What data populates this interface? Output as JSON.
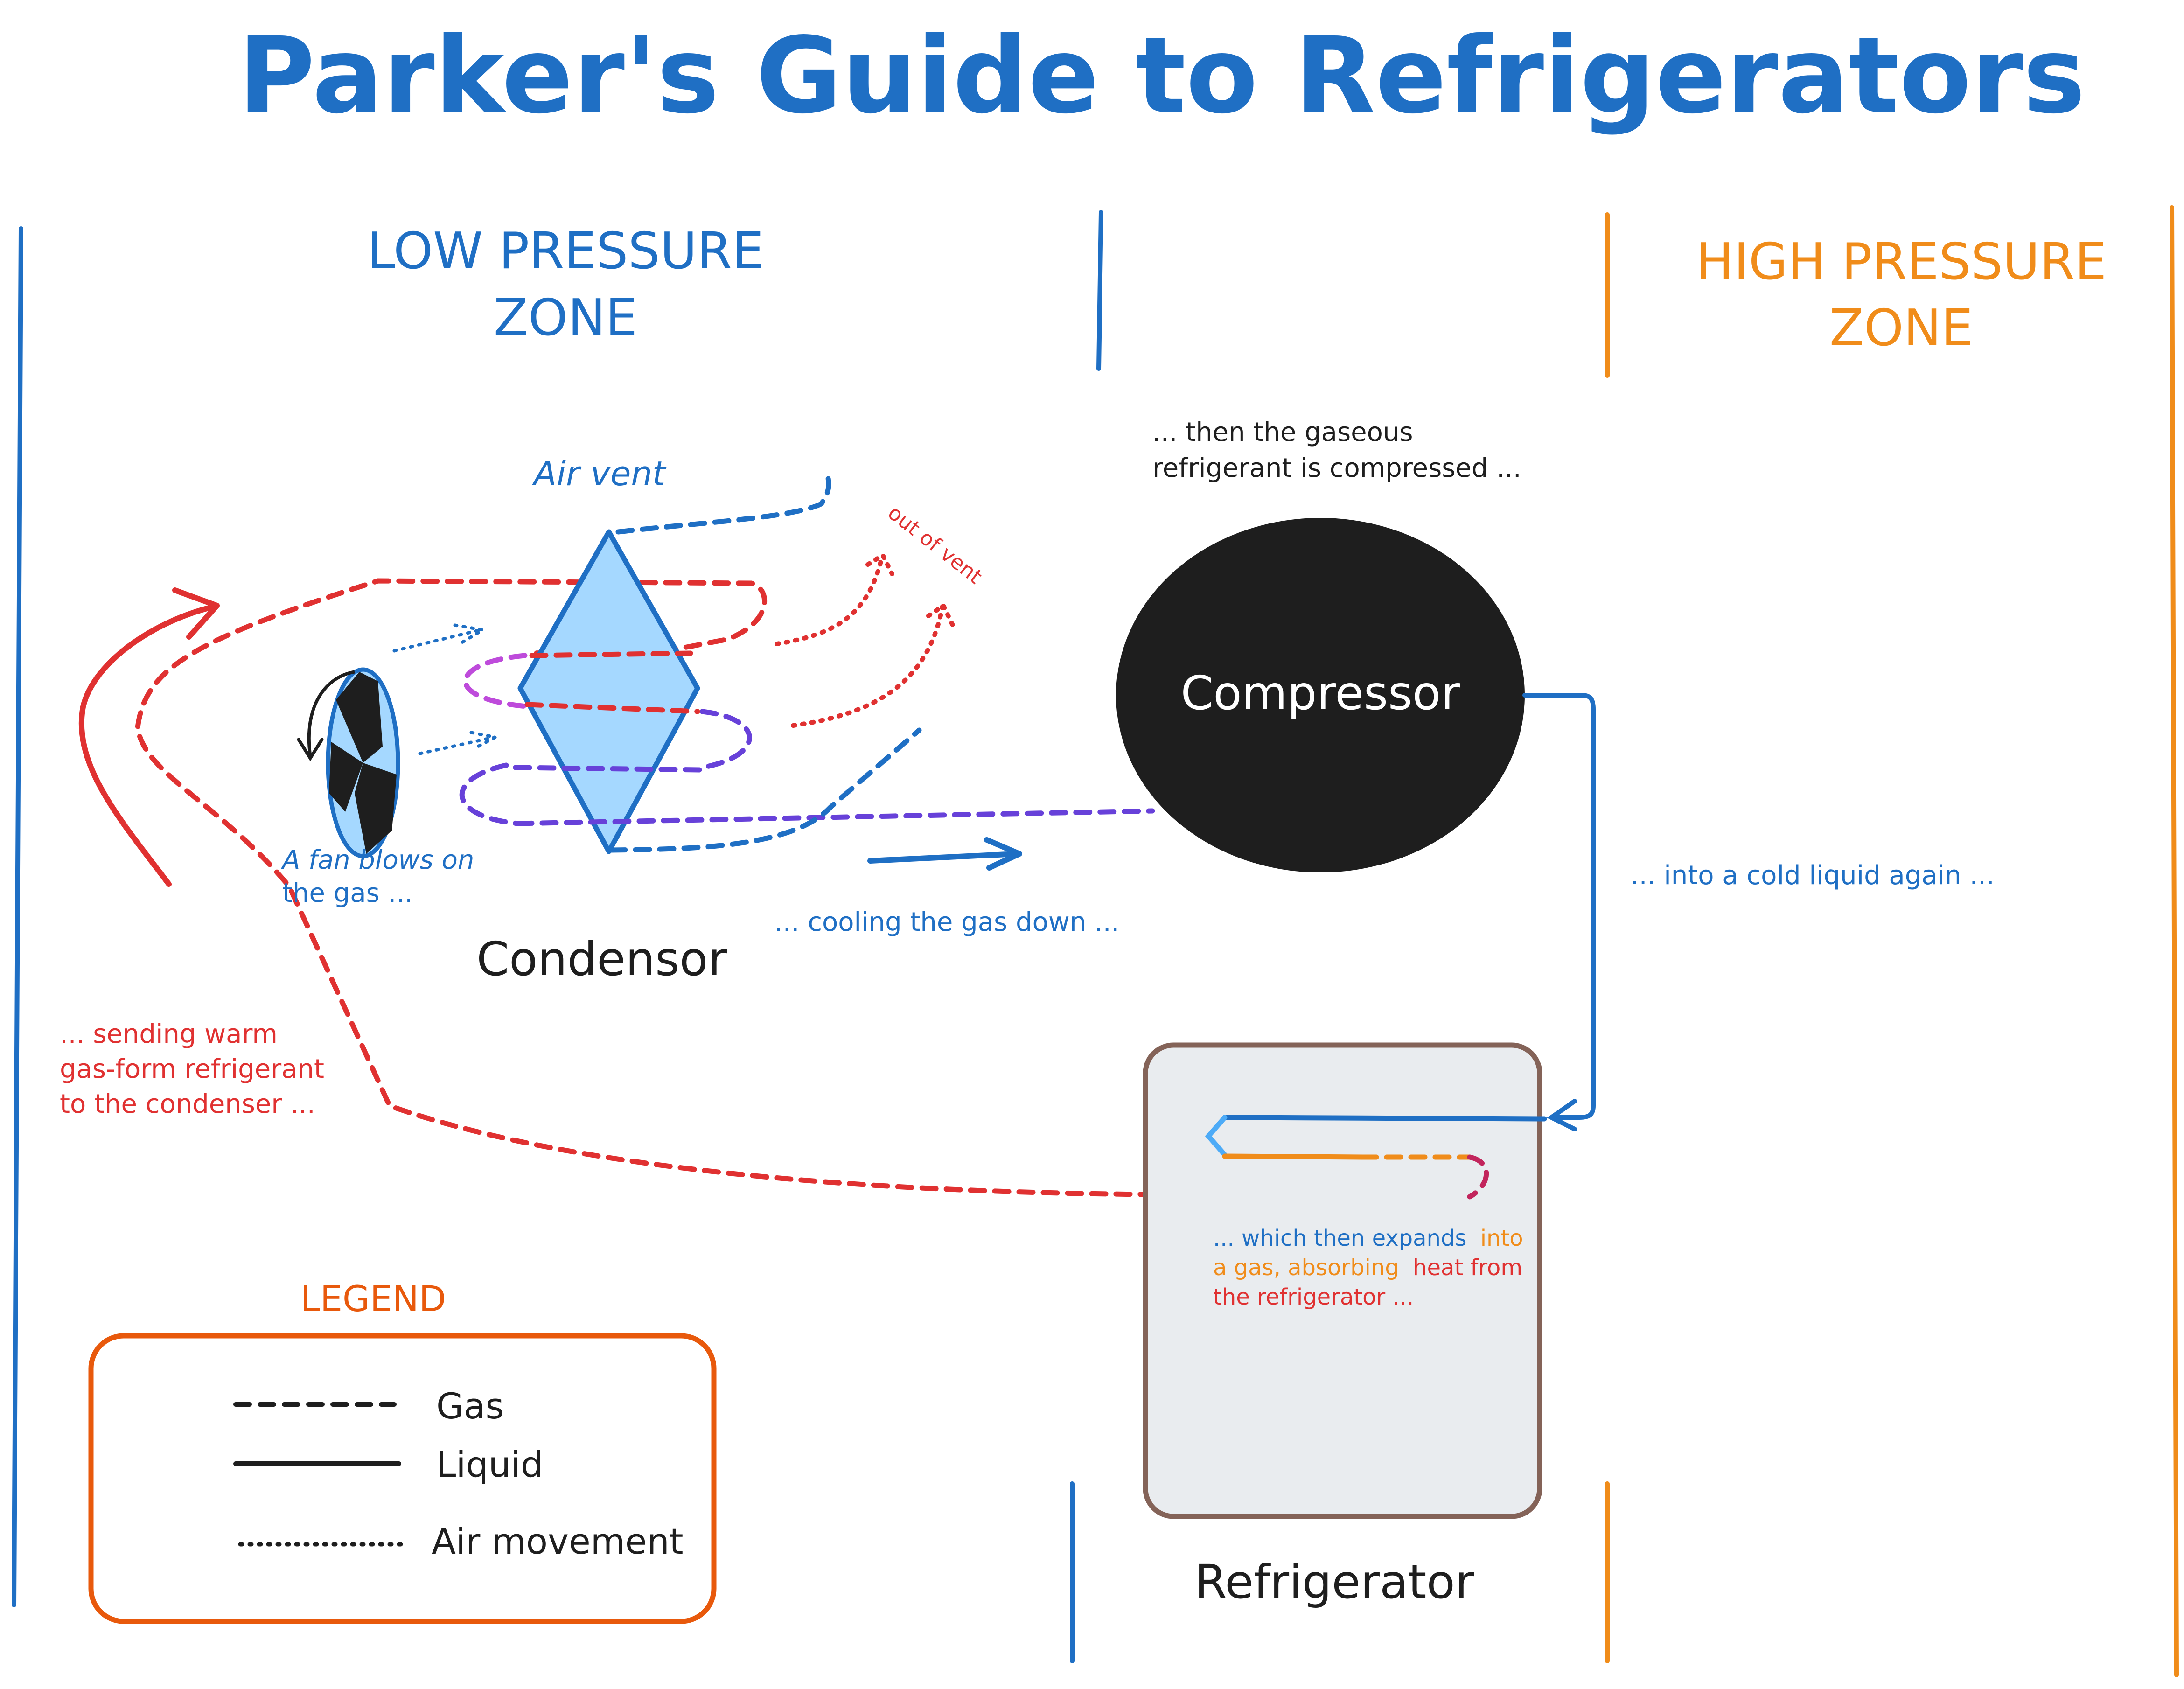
{
  "title": "Parker's Guide to Refrigerators",
  "zones": {
    "low": {
      "line1": "LOW PRESSURE",
      "line2": "ZONE"
    },
    "high": {
      "line1": "HIGH PRESSURE",
      "line2": "ZONE"
    }
  },
  "labels": {
    "air_vent": "Air vent",
    "out_of_vent": "out of vent",
    "compressor": "Compressor",
    "condensor": "Condensor",
    "refrigerator": "Refrigerator",
    "compressed_line1": "... then the gaseous",
    "compressed_line2": "refrigerant is compressed ...",
    "fan_line1": "A fan blows on",
    "fan_line2": "the gas ...",
    "cooling": "... cooling the gas down ...",
    "cold_liquid": "... into a cold liquid again ...",
    "sending_line1": "... sending warm",
    "sending_line2": "gas-form refrigerant",
    "sending_line3": "to the condenser ...",
    "expands_a": "... which then expands",
    "expands_b": "into",
    "expands_c": "a gas, absorbing",
    "expands_d": "heat from",
    "expands_e": "the refrigerator ..."
  },
  "legend": {
    "title": "LEGEND",
    "gas": "Gas",
    "liquid": "Liquid",
    "air": "Air movement"
  },
  "colors": {
    "blue": "#1f6fc4",
    "orange": "#f08c1a",
    "red": "#e03131",
    "purple": "#6741d9",
    "magenta": "#be4bdb",
    "legend_orange": "#e8590c",
    "condensor_fill": "#a5d8ff",
    "fridge_fill": "#e9ecef",
    "fridge_stroke": "#846358",
    "compressor_fill": "#1e1e1e"
  }
}
